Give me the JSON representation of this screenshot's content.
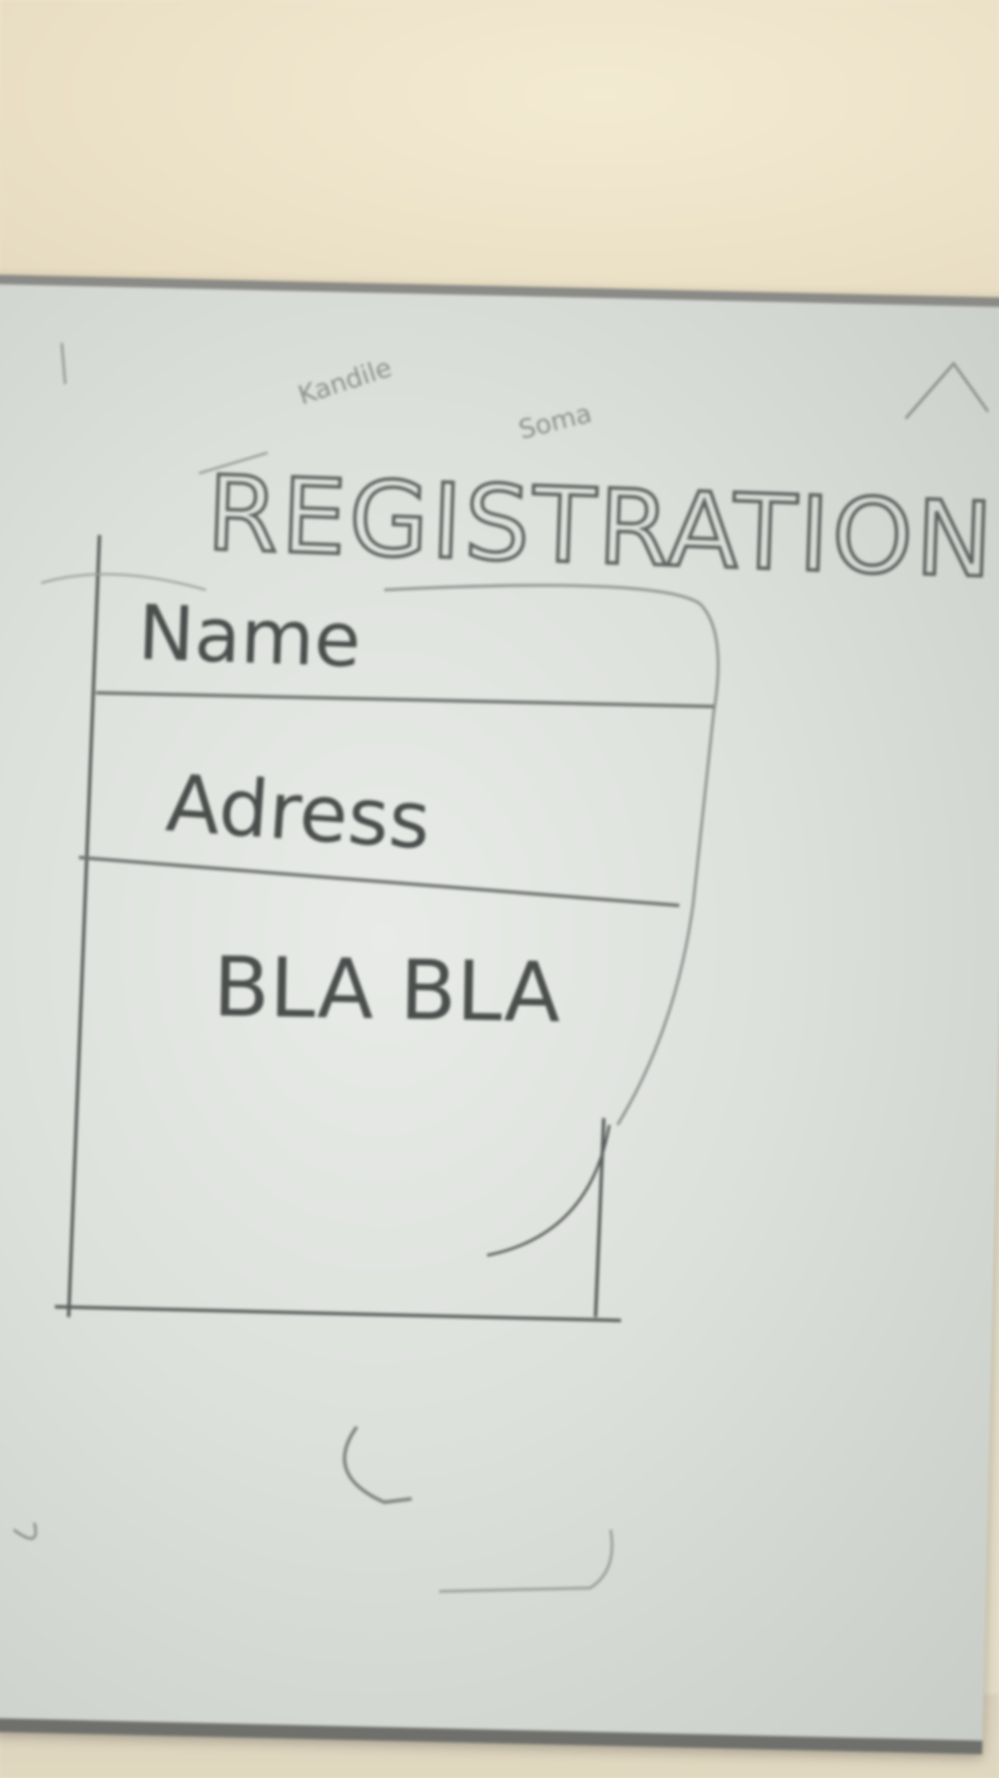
{
  "whiteboard": {
    "title": "REGISTRATION",
    "scribble_left": "Kandile",
    "scribble_right": "Soma",
    "form_rows": [
      {
        "label": "Name"
      },
      {
        "label": "Adress"
      },
      {
        "label": "BLA BLA"
      }
    ]
  },
  "colors": {
    "marker": "#4a4e4c",
    "board": "#dde1dc",
    "frame": "#6f706c",
    "wall": "#ece2c8"
  }
}
